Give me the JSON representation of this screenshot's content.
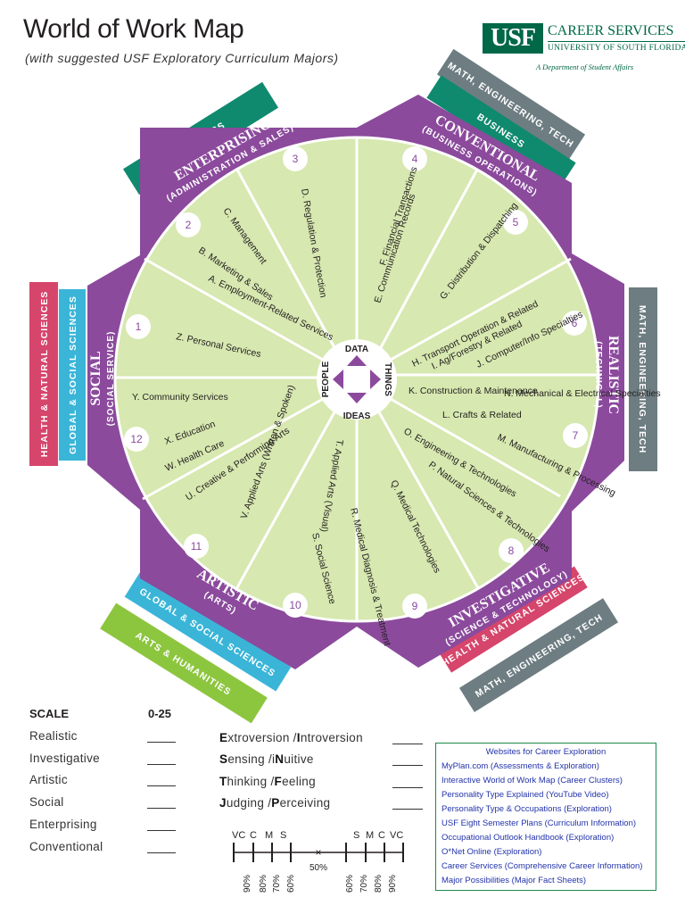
{
  "header": {
    "title": "World of Work Map",
    "subtitle": "(with suggested USF Exploratory Curriculum Majors)"
  },
  "logo": {
    "mark": "USF",
    "name": "CAREER SERVICES",
    "university": "UNIVERSITY OF SOUTH FLORIDA",
    "department": "A Department of Student Affairs"
  },
  "colors": {
    "purple": "#8b4a9c",
    "green_light": "#d7e8b0",
    "teal": "#0f8a6e",
    "gray": "#6d7d82",
    "pink": "#d6456b",
    "cyan": "#3ab5d8",
    "lime": "#8cc63f"
  },
  "diagram": {
    "center": {
      "top": "DATA",
      "bottom": "IDEAS",
      "left": "PEOPLE",
      "right": "THINGS"
    },
    "regions": [
      {
        "name": "ENTERPRISING",
        "sub": "(ADMINISTRATION & SALES)"
      },
      {
        "name": "CONVENTIONAL",
        "sub": "(BUSINESS OPERATIONS)"
      },
      {
        "name": "REALISTIC",
        "sub": "(TECHNICAL)"
      },
      {
        "name": "INVESTIGATIVE",
        "sub": "(SCIENCE & TECHNOLOGY)"
      },
      {
        "name": "ARTISTIC",
        "sub": "(ARTS)"
      },
      {
        "name": "SOCIAL",
        "sub": "(SOCIAL SERVICE)"
      }
    ],
    "banners": [
      {
        "label": "BUSINESS"
      },
      {
        "label": "MATH, ENGINEERING, TECH"
      },
      {
        "label": "BUSINESS"
      },
      {
        "label": "MATH, ENGINEERING, TECH"
      },
      {
        "label": "HEALTH & NATURAL SCIENCES"
      },
      {
        "label": "MATH, ENGINEERING, TECH"
      },
      {
        "label": "GLOBAL & SOCIAL SCIENCES"
      },
      {
        "label": "ARTS & HUMANITIES"
      },
      {
        "label": "GLOBAL & SOCIAL SCIENCES"
      },
      {
        "label": "HEALTH & NATURAL SCIENCES"
      }
    ],
    "numbers": [
      "1",
      "2",
      "3",
      "4",
      "5",
      "6",
      "7",
      "8",
      "9",
      "10",
      "11",
      "12"
    ],
    "clusters": [
      {
        "text": "D. Regulation & Protection"
      },
      {
        "text": "F. Financial Transactions"
      },
      {
        "text": "E. Communication Records"
      },
      {
        "text": "G. Distribution & Dispatching"
      },
      {
        "text": "H. Transport Operation & Related"
      },
      {
        "text": "I. Ag/Forestry & Related"
      },
      {
        "text": "J. Computer/Info Specialties"
      },
      {
        "text": "K. Construction & Maintenance"
      },
      {
        "text": "L. Crafts & Related"
      },
      {
        "text": "N. Mechanical & Electrical Specialties"
      },
      {
        "text": "M. Manufacturing & Processing"
      },
      {
        "text": "O. Engineering & Technologies"
      },
      {
        "text": "P. Natural Sciences & Technologies"
      },
      {
        "text": "Q. Medical Technologies"
      },
      {
        "text": "R. Medical Diagnosis & Treatment"
      },
      {
        "text": "S. Social Science"
      },
      {
        "text": "T. Applied Arts (Visual)"
      },
      {
        "text": "V. Applied Arts (Written & Spoken)"
      },
      {
        "text": "U. Creative & Performing Arts"
      },
      {
        "text": "W. Health Care"
      },
      {
        "text": "X. Education"
      },
      {
        "text": "Y. Community Services"
      },
      {
        "text": "Z. Personal Services"
      },
      {
        "text": "A. Employment-Related Services"
      },
      {
        "text": "B. Marketing & Sales"
      },
      {
        "text": "C. Management"
      }
    ]
  },
  "scale": {
    "heading": "SCALE",
    "range": "0-25",
    "items": [
      "Realistic",
      "Investigative",
      "Artistic",
      "Social",
      "Enterprising",
      "Conventional"
    ]
  },
  "mbti": [
    {
      "l1": "E",
      "r1": "xtroversion /",
      "l2": "I",
      "r2": "ntroversion"
    },
    {
      "l1": "S",
      "r1": "ensing /i",
      "l2": "N",
      "r2": "uitive"
    },
    {
      "l1": "T",
      "r1": "hinking /",
      "l2": "F",
      "r2": "eeling"
    },
    {
      "l1": "J",
      "r1": "udging /",
      "l2": "P",
      "r2": "erceiving"
    }
  ],
  "pref_scale": {
    "left_labels": [
      "VC",
      "C",
      "M",
      "S"
    ],
    "right_labels": [
      "S",
      "M",
      "C",
      "VC"
    ],
    "left_pct": [
      "90%",
      "80%",
      "70%",
      "60%"
    ],
    "mid_pct": "50%",
    "right_pct": [
      "60%",
      "70%",
      "80%",
      "90%"
    ]
  },
  "websites": {
    "title": "Websites for Career Exploration",
    "links": [
      "MyPlan.com (Assessments & Exploration)",
      "Interactive World of Work Map (Career Clusters)",
      "Personality Type Explained (YouTube Video)",
      "Personality Type & Occupations (Exploration)",
      "USF Eight Semester Plans (Curriculum Information)",
      "Occupational Outlook Handbook (Exploration)",
      "O*Net Online (Exploration)",
      "Career Services (Comprehensive Career Information)",
      "Major Possibilities (Major Fact Sheets)"
    ]
  }
}
